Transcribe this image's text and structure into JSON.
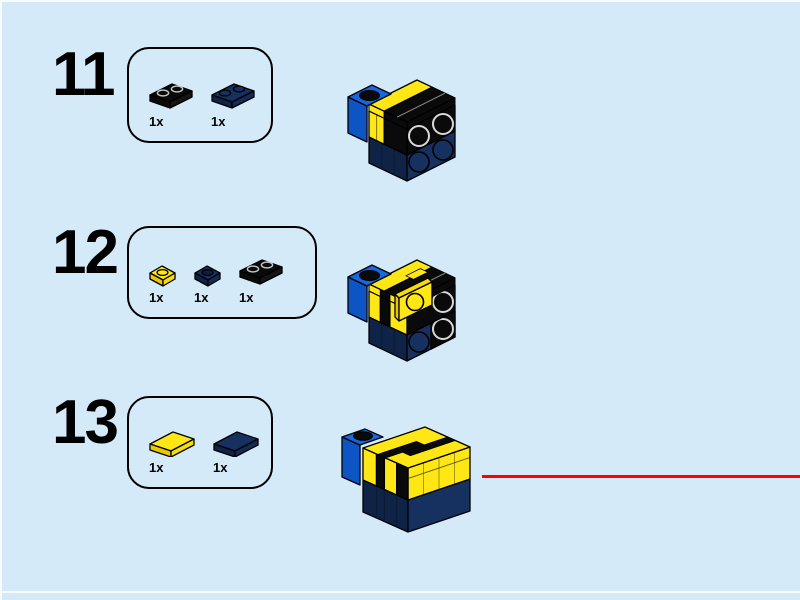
{
  "page": {
    "background": "#D5EAF8",
    "frame_line_color": "#FFFFFF"
  },
  "palette": {
    "blue": "#0F5BD0",
    "yellow": "#FFE715",
    "black": "#0A0A0A",
    "dark_blue": "#16305F",
    "dark_blue_shade": "#0F2347",
    "red": "#FF0000",
    "outline": "#000000"
  },
  "steps": [
    {
      "number": "11",
      "model": "bee-assembly-step-11",
      "parts": [
        {
          "icon": "plate-1x2-black",
          "count": "1x"
        },
        {
          "icon": "plate-1x2-dark-blue",
          "count": "1x"
        }
      ]
    },
    {
      "number": "12",
      "model": "bee-assembly-step-12",
      "parts": [
        {
          "icon": "plate-1x1-yellow",
          "count": "1x"
        },
        {
          "icon": "plate-1x1-dark-blue",
          "count": "1x"
        },
        {
          "icon": "plate-1x2-black",
          "count": "1x"
        }
      ]
    },
    {
      "number": "13",
      "model": "bee-assembly-step-13",
      "parts": [
        {
          "icon": "tile-1x2-yellow",
          "count": "1x"
        },
        {
          "icon": "tile-1x2-dark-blue",
          "count": "1x"
        }
      ]
    }
  ],
  "divider": {
    "color": "#FF0000"
  }
}
